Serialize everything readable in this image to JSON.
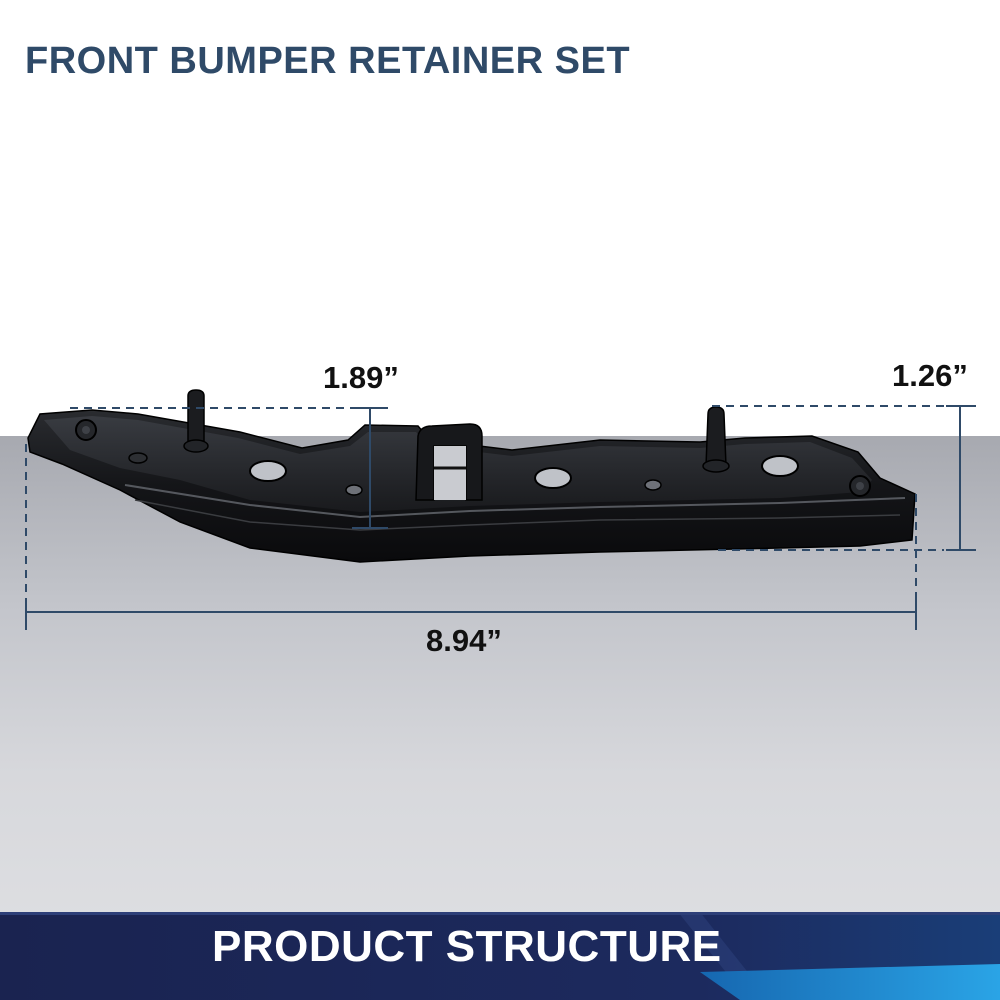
{
  "title": "FRONT BUMPER RETAINER SET",
  "dimensions": {
    "height_left": "1.89”",
    "height_right": "1.26”",
    "length": "8.94”"
  },
  "banner": {
    "text": "PRODUCT STRUCTURE"
  },
  "colors": {
    "title": "#2f4a68",
    "dimension_line": "#2f4a68",
    "banner_dark": "#1a2350",
    "banner_accent": "#1f8fd6"
  }
}
